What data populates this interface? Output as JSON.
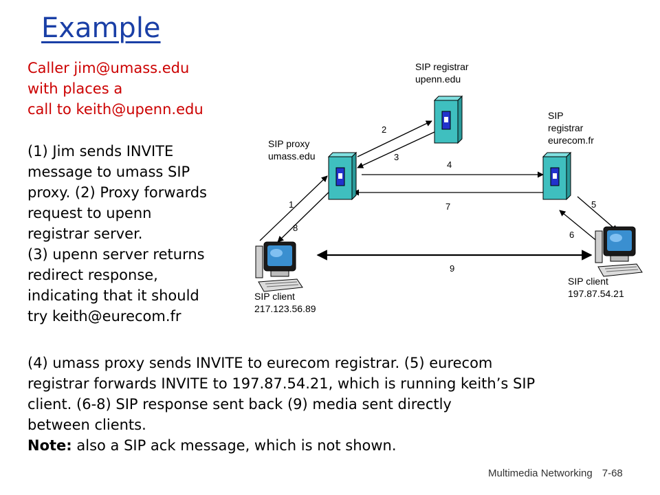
{
  "title": "Example",
  "caller_lines": [
    "Caller jim@umass.edu",
    "with places a",
    "call to keith@upenn.edu"
  ],
  "steps_lines": [
    "(1) Jim sends INVITE",
    "message to umass SIP",
    "proxy. (2) Proxy forwards",
    "request to upenn",
    "registrar server.",
    "(3) upenn server returns",
    "redirect response,",
    "indicating that it should",
    "try keith@eurecom.fr"
  ],
  "bottom_lines": [
    "(4) umass proxy sends INVITE to eurecom registrar. (5) eurecom",
    "registrar forwards INVITE to 197.87.54.21, which is running keith’s SIP",
    "client. (6-8) SIP response sent back (9) media sent directly",
    "between clients."
  ],
  "note": {
    "label": "Note:",
    "text": " also a SIP ack message, which is not shown."
  },
  "nodes": {
    "registrar_upenn": [
      "SIP registrar",
      "upenn.edu"
    ],
    "registrar_eurecom": [
      "SIP",
      "registrar",
      "eurecom.fr"
    ],
    "proxy_umass": [
      "SIP proxy",
      "umass.edu"
    ],
    "client_left": [
      "SIP client",
      "217.123.56.89"
    ],
    "client_right": [
      "SIP client",
      "197.87.54.21"
    ]
  },
  "arrow_labels": [
    "1",
    "2",
    "3",
    "4",
    "5",
    "6",
    "7",
    "8",
    "9"
  ],
  "footer": {
    "course": "Multimedia Networking",
    "slide": "7-68"
  },
  "colors": {
    "title": "#1a3fa6",
    "caller": "#cc0000",
    "server_body": "#3fbfbf",
    "server_slot": "#2233cc"
  }
}
